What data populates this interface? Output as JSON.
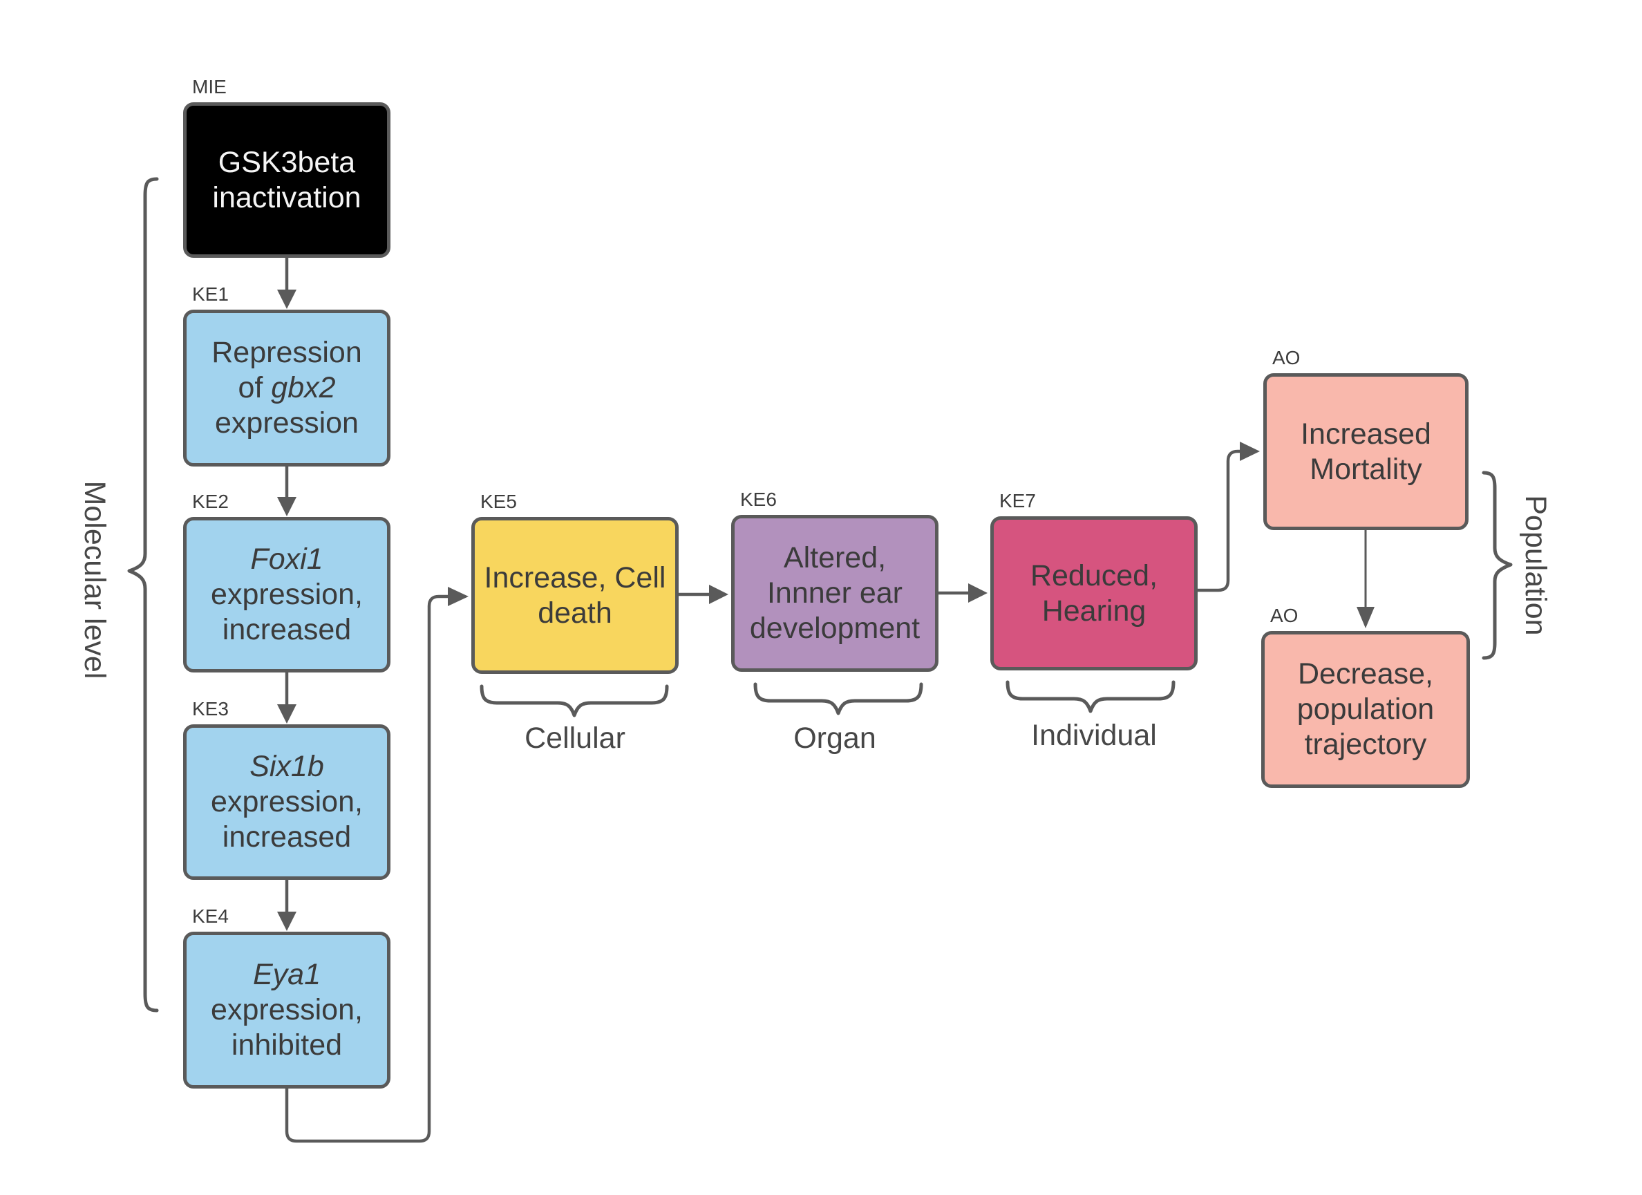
{
  "diagram_type": "adverse-outcome-pathway-flowchart",
  "nodes": {
    "mie": {
      "tag": "MIE",
      "t1": "GSK3beta",
      "t2": "inactivation"
    },
    "ke1": {
      "tag": "KE1",
      "t1": "Repression",
      "t2": "of ",
      "gene": "gbx2",
      "t3": "expression"
    },
    "ke2": {
      "tag": "KE2",
      "gene": "Foxi1",
      "t1": "expression,",
      "t2": "increased"
    },
    "ke3": {
      "tag": "KE3",
      "gene": "Six1b",
      "t1": "expression,",
      "t2": "increased"
    },
    "ke4": {
      "tag": "KE4",
      "gene": "Eya1",
      "t1": "expression,",
      "t2": "inhibited"
    },
    "ke5": {
      "tag": "KE5",
      "t1": "Increase, Cell",
      "t2": "death"
    },
    "ke6": {
      "tag": "KE6",
      "t1": "Altered,",
      "t2": "Innner ear",
      "t3": "development"
    },
    "ke7": {
      "tag": "KE7",
      "t1": "Reduced,",
      "t2": "Hearing"
    },
    "ao1": {
      "tag": "AO",
      "t1": "Increased",
      "t2": "Mortality"
    },
    "ao2": {
      "tag": "AO",
      "t1": "Decrease,",
      "t2": "population",
      "t3": "trajectory"
    }
  },
  "levels": {
    "molecular": "Molecular level",
    "cellular": "Cellular",
    "organ": "Organ",
    "individual": "Individual",
    "population": "Population"
  },
  "edges": [
    {
      "from": "MIE",
      "to": "KE1"
    },
    {
      "from": "KE1",
      "to": "KE2"
    },
    {
      "from": "KE2",
      "to": "KE3"
    },
    {
      "from": "KE3",
      "to": "KE4"
    },
    {
      "from": "KE4",
      "to": "KE5"
    },
    {
      "from": "KE5",
      "to": "KE6"
    },
    {
      "from": "KE6",
      "to": "KE7"
    },
    {
      "from": "KE7",
      "to": "AO Increased Mortality"
    },
    {
      "from": "AO Increased Mortality",
      "to": "AO Decrease, population trajectory"
    }
  ],
  "colors": {
    "mie_fill": "#000000",
    "mie_text": "#f5f5f5",
    "molecular_fill": "#a2d3ee",
    "cellular_fill": "#f8d65e",
    "organ_fill": "#b291bd",
    "individual_fill": "#d6547f",
    "ao_fill": "#f9b8ac",
    "line": "#5a5a5a",
    "text": "#3b3b3b",
    "background": "#ffffff"
  }
}
